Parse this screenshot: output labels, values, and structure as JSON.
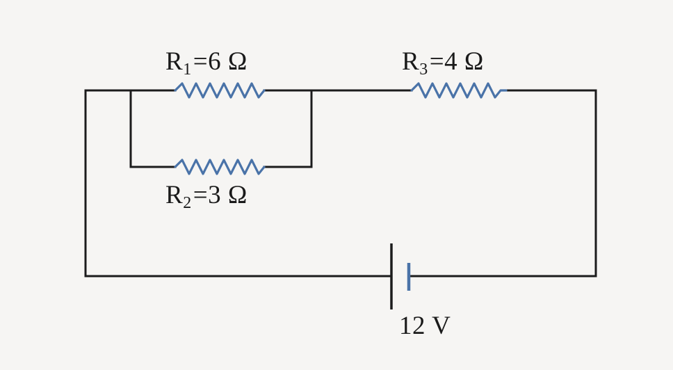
{
  "resistors": [
    {
      "id": "R1",
      "name": "R",
      "sub": "1",
      "value": "6",
      "unit": "Ω"
    },
    {
      "id": "R2",
      "name": "R",
      "sub": "2",
      "value": "3",
      "unit": "Ω"
    },
    {
      "id": "R3",
      "name": "R",
      "sub": "3",
      "value": "4",
      "unit": "Ω"
    }
  ],
  "battery": {
    "label": "12 V"
  },
  "colors": {
    "wire": "#1c1c1c",
    "resistor": "#4a73a8",
    "battery_short_plate": "#4a73a8",
    "background": "#f6f5f3"
  }
}
